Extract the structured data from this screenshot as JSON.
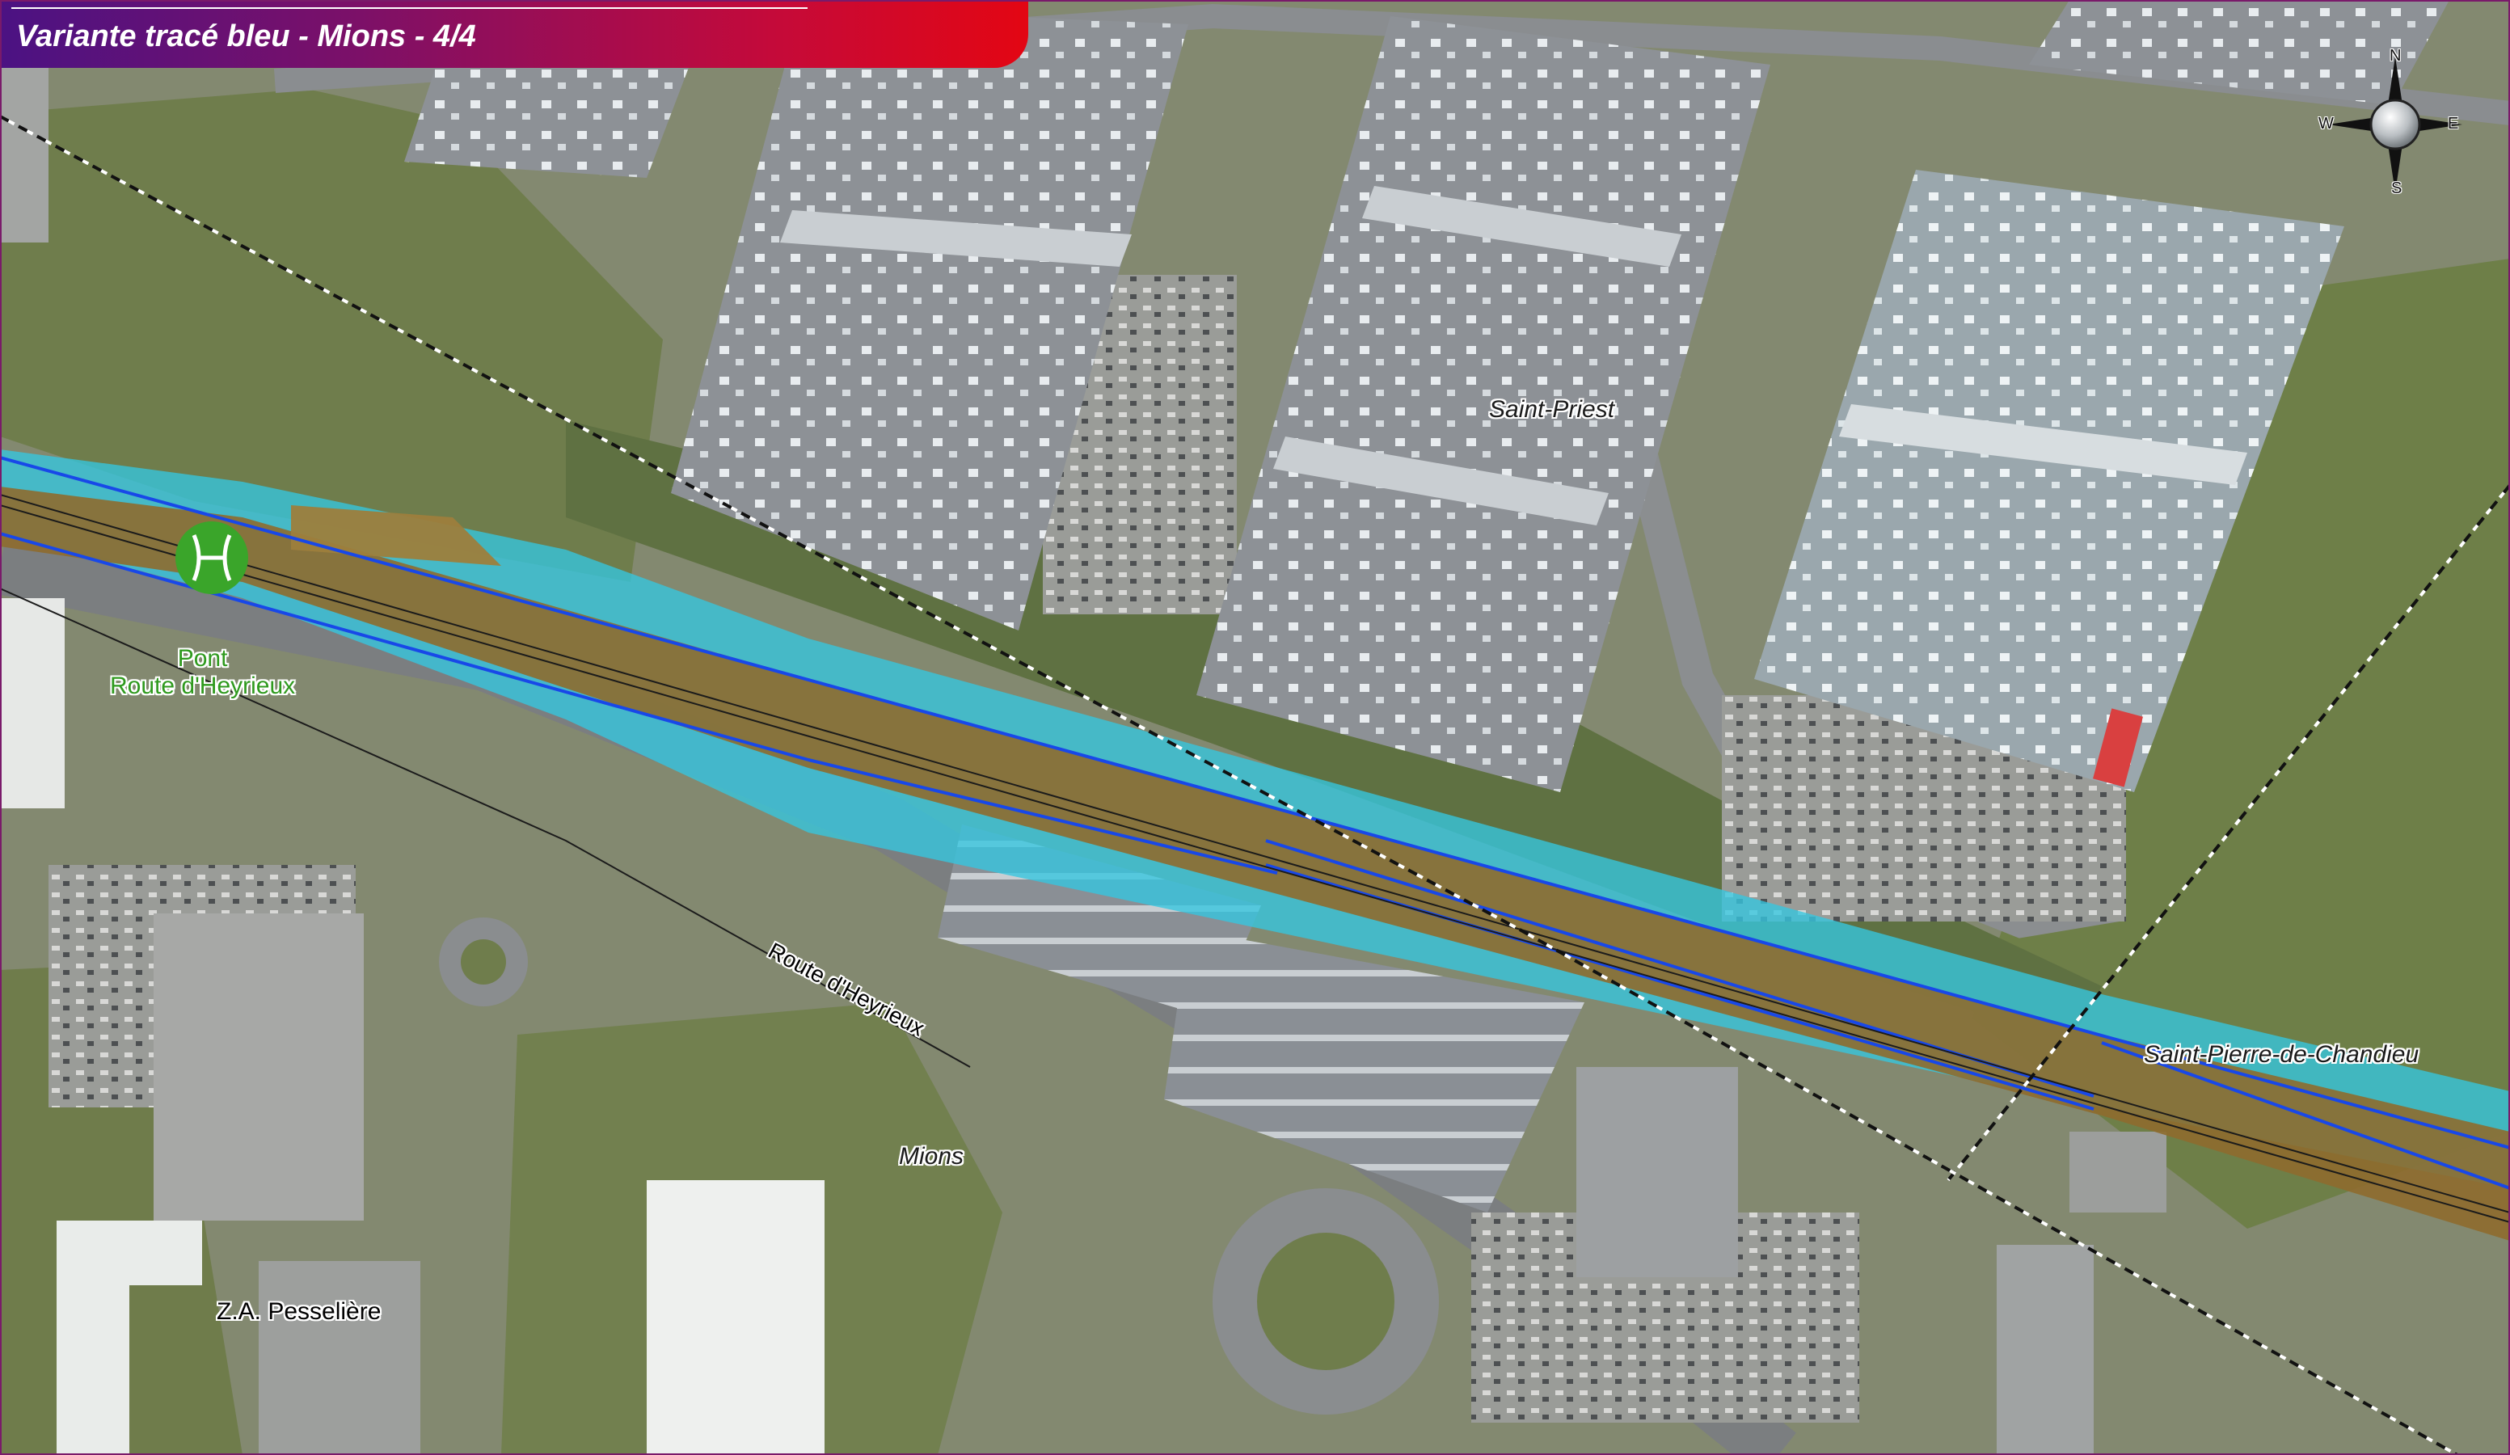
{
  "title": "Variante tracé bleu - Mions - 4/4",
  "labels": {
    "saint_priest": "Saint-Priest",
    "saint_pierre": "Saint-Pierre-de-Chandieu",
    "mions": "Mions",
    "za": "Z.A. Pesselière",
    "route": "Route d'Heyrieux",
    "bridge_line1": "Pont",
    "bridge_line2": "Route d'Heyrieux"
  },
  "compass": {
    "north": "N",
    "south": "S",
    "east": "E",
    "west": "W"
  },
  "icons": {
    "bridge": "bridge-icon",
    "compass": "compass-rose-icon"
  },
  "colors": {
    "buffer_zone": "#35c6e0",
    "track_bed": "#8e6b2e",
    "trace_line": "#1848e8",
    "bridge_marker": "#3aa52a",
    "boundary": "#111111",
    "banner_start": "#4b1283",
    "banner_end": "#e30613"
  }
}
